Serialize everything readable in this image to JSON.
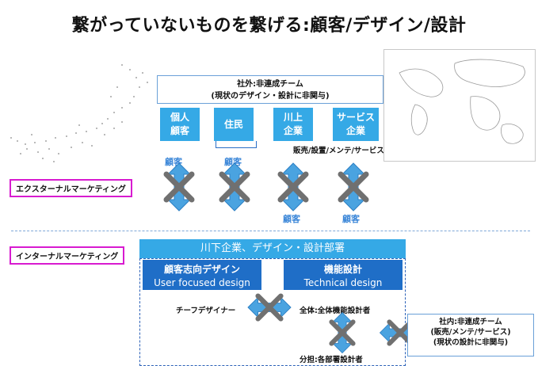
{
  "title": "繋がっていないものを繋げる:顧客/デザイン/設計",
  "external_team": {
    "line1": "社外:非連成チーム",
    "line2": "(現状のデザイン・設計に非関与)"
  },
  "stakeholders": [
    {
      "label": "個人\n顧客"
    },
    {
      "label": "住民"
    },
    {
      "label": "川上\n企業"
    },
    {
      "label": "サービス\n企業"
    }
  ],
  "supply_chain_label": "販売/設置/メンテ/サービス",
  "arrow_labels": {
    "top_1": "顧客",
    "top_2": "顧客",
    "bottom_3": "顧客",
    "bottom_4": "顧客"
  },
  "external_marketing_label": "エクスターナルマーケティング",
  "internal_marketing_label": "インターナルマーケティング",
  "department_header": "川下企業、デザイン・設計部署",
  "panels": {
    "user_focused": {
      "jp": "顧客志向デザイン",
      "en": "User focused design"
    },
    "technical": {
      "jp": "機能設計",
      "en": "Technical design"
    }
  },
  "roles": {
    "chief_designer": "チーフデザイナー",
    "overall_designer": "全体:全体機能設計者",
    "part_designer": "分担:各部署設計者"
  },
  "internal_team": {
    "line1": "社内:非連成チーム",
    "line2": "(販売/メンテ/サービス)",
    "line3": "(現状の設計に非関与)"
  },
  "colors": {
    "tile_blue": "#35a9e6",
    "panel_blue": "#1f6ec7",
    "arrow_blue": "#4aa3e0",
    "cross_gray": "#707070",
    "label_border_magenta": "#d81bd0"
  }
}
